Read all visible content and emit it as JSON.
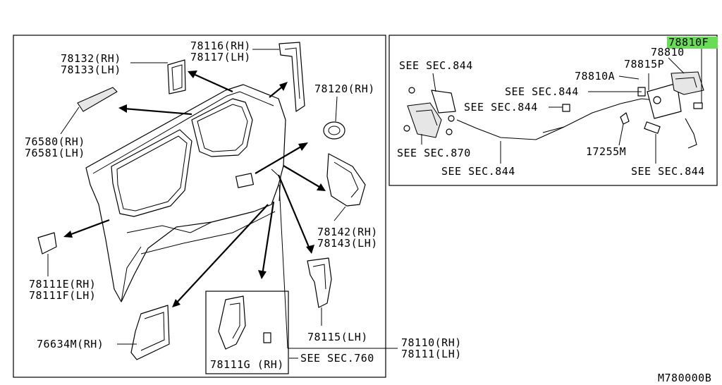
{
  "callouts": {
    "p78132": "78132(RH)",
    "p78133": "78133(LH)",
    "p78116": "78116(RH)",
    "p78117": "78117(LH)",
    "p78120": "78120(RH)",
    "p76580": "76580(RH)",
    "p76581": "76581(LH)",
    "p78142": "78142(RH)",
    "p78143": "78143(LH)",
    "p78111e": "78111E(RH)",
    "p78111f": "78111F(LH)",
    "p78115": "78115(LH)",
    "p76634m": "76634M(RH)",
    "p78111g": "78111G (RH)",
    "see760": "SEE SEC.760",
    "p78110": "78110(RH)",
    "p78111": "78111(LH)",
    "p78810f": "78810F",
    "p78810": "78810",
    "p78815p": "78815P",
    "p78810a": "78810A",
    "p17255m": "17255M",
    "see844a": "SEE SEC.844",
    "see844b": "SEE SEC.844",
    "see844c": "SEE SEC.844",
    "see844d": "SEE SEC.844",
    "see844e": "SEE SEC.844",
    "see870": "SEE SEC.870"
  },
  "diagram_code": "M780000B",
  "highlight_color": "#66dd55"
}
